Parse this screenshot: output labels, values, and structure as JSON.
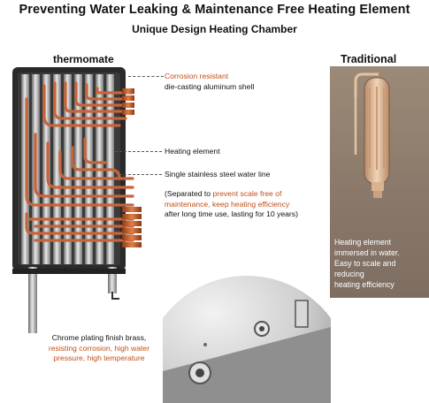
{
  "header": {
    "title": "Preventing Water Leaking & Maintenance Free Heating Element",
    "subtitle": "Unique Design Heating Chamber"
  },
  "labels": {
    "thermomate": "thermomate",
    "traditional": "Traditional"
  },
  "callouts": {
    "corrosion_orange": "Corrosion resistant",
    "corrosion_black": "die-casting aluminum shell",
    "heating_element": "Heating element",
    "water_line": "Single stainless steel water line",
    "separated_1_black": "(Separated to ",
    "separated_1_orange": "prevent scale free of",
    "separated_2_orange": "maintenance, keep heating efficiency",
    "separated_3_black": "after long time use, lasting for 10 years)",
    "chrome_black": "Chrome plating finish brass,",
    "chrome_orange_1": "resisting corrosion,  high water",
    "chrome_orange_2": "pressure, high temperature"
  },
  "traditional_note": {
    "line1": "Heating element",
    "line2": "immersed in water.",
    "line3": "Easy to scale and",
    "line4": "reducing",
    "line5": "heating efficiency"
  },
  "colors": {
    "accent": "#c0501b",
    "copper": "#c8643a",
    "trad_bg": "#8f7d6e"
  }
}
